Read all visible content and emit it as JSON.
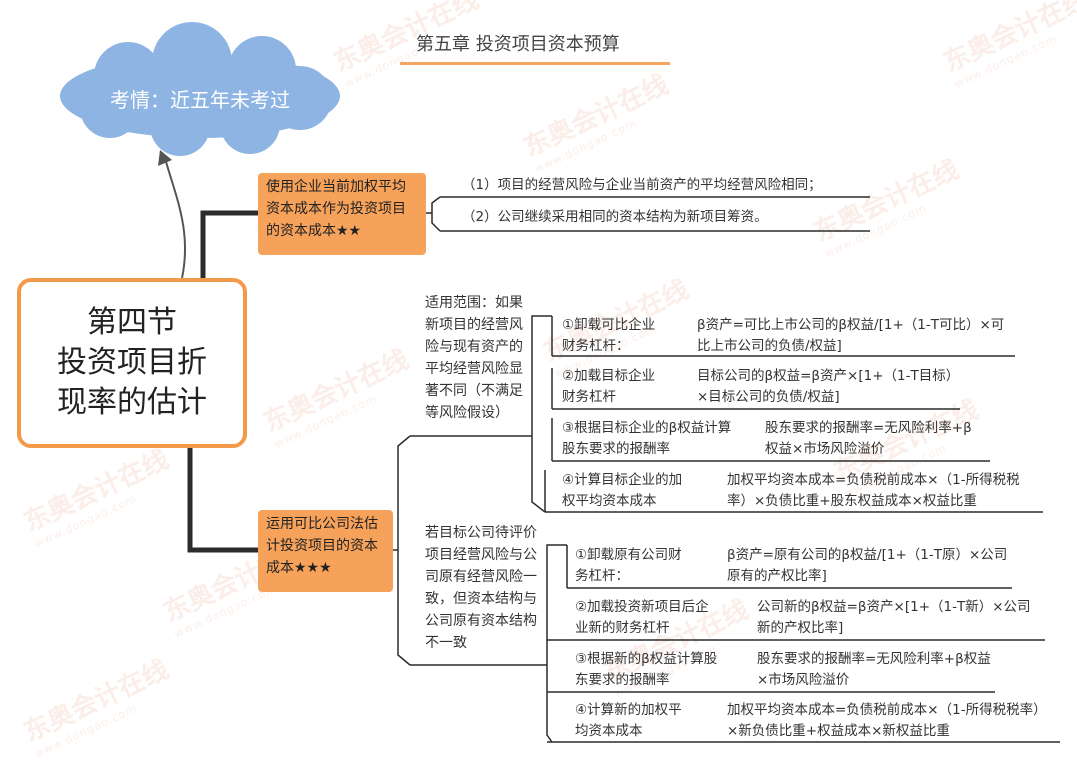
{
  "chapter_title": "第五章 投资项目资本预算",
  "cloud_label": "考情：近五年未考过",
  "root": {
    "line1": "第四节",
    "line2": "投资项目折",
    "line3": "现率的估计"
  },
  "branch1": {
    "label": "使用企业当前加权平均资本成本作为投资项目的资本成本★★",
    "conditions": [
      "（1）项目的经营风险与企业当前资产的平均经营风险相同；",
      "（2）公司继续采用相同的资本结构为新项目筹资。"
    ]
  },
  "branch2": {
    "label": "运用可比公司法估计投资项目的资本成本★★★",
    "scenario1": {
      "condition": "适用范围：如果新项目的经营风险与现有资产的平均经营风险显著不同（不满足等风险假设）",
      "steps": [
        {
          "name": "①卸载可比企业财务杠杆：",
          "formula": "β资产=可比上市公司的β权益/[1+（1-T可比）×可比上市公司的负债/权益]"
        },
        {
          "name": "②加载目标企业财务杠杆",
          "formula": "目标公司的β权益=β资产×[1+（1-T目标）×目标公司的负债/权益]"
        },
        {
          "name": "③根据目标企业的β权益计算股东要求的报酬率",
          "formula": "股东要求的报酬率=无风险利率+β权益×市场风险溢价"
        },
        {
          "name": "④计算目标企业的加权平均资本成本",
          "formula": "加权平均资本成本=负债税前成本×（1-所得税税率）×负债比重+股东权益成本×权益比重"
        }
      ]
    },
    "scenario2": {
      "condition": "若目标公司待评价项目经营风险与公司原有经营风险一致，但资本结构与公司原有资本结构不一致",
      "steps": [
        {
          "name": "①卸载原有公司财务杠杆：",
          "formula": "β资产=原有公司的β权益/[1+（1-T原）×公司原有的产权比率]"
        },
        {
          "name": "②加载投资新项目后企业新的财务杠杆",
          "formula": "公司新的β权益=β资产×[1+（1-T新）×公司新的产权比率]"
        },
        {
          "name": "③根据新的β权益计算股东要求的报酬率",
          "formula": "股东要求的报酬率=无风险利率+β权益×市场风险溢价"
        },
        {
          "name": "④计算新的加权平均资本成本",
          "formula": "加权平均资本成本=负债税前成本×（1-所得税税率）×新负债比重+权益成本×新权益比重"
        }
      ]
    }
  },
  "watermark": {
    "brand": "东奥会计在线",
    "url": "www.dongao.com"
  },
  "colors": {
    "accent": "#f7a25a",
    "border": "#f39a4a",
    "cloud": "#8db4e2",
    "line": "#2b2b2b"
  }
}
